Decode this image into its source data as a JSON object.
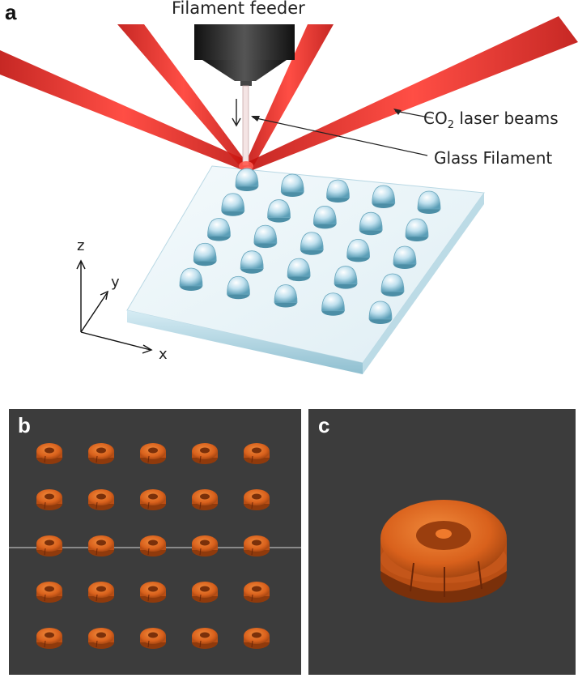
{
  "panel_a": {
    "letter": "a",
    "labels": {
      "feeder": "Filament feeder",
      "laser": "CO",
      "laser_sub": "2",
      "laser_rest": " laser beams",
      "filament": "Glass Filament"
    },
    "axes": {
      "z": "z",
      "y": "y",
      "x": "x"
    },
    "colors": {
      "laser": "#e0201c",
      "glass": "#cfe8f2",
      "nozzle": "#2b2b2b"
    }
  },
  "panel_b": {
    "letter": "b",
    "grid_rows": 5,
    "grid_cols": 5
  },
  "panel_c": {
    "letter": "c"
  },
  "colors": {
    "dark_bg": "#3c3c3c",
    "ring_orange": "#d9611c"
  }
}
